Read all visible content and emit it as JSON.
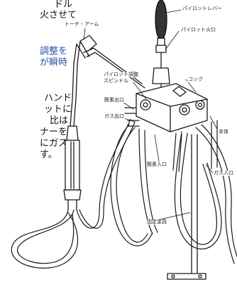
{
  "colors": {
    "text": "#111111",
    "accent_text": "#2b54a8",
    "line": "#1a1a1a",
    "hose_fill": "#ffffff",
    "cap": "#333333"
  },
  "paragraph": {
    "lines": [
      "ドル",
      "火させて",
      "",
      "調整を",
      "が瞬時",
      "",
      "ハンド",
      "ットに",
      "比は",
      "ナーを",
      "にガス、",
      "す。"
    ]
  },
  "labels": {
    "torch_arm": "トーチ・アーム",
    "pilot_lever": "パイロットレバー",
    "pilot_fire": "パイロット火口",
    "pilot_adjust_line1": "パイロット調整",
    "pilot_adjust_line2": "スピンドル",
    "oxygen_outlet": "酸素出口",
    "gas_outlet": "ガス出口",
    "cock": "コック",
    "body": "本体",
    "oxygen_inlet": "酸素入口",
    "gas_inlet": "ガス入口",
    "fixing_bracket": "固定金具"
  }
}
